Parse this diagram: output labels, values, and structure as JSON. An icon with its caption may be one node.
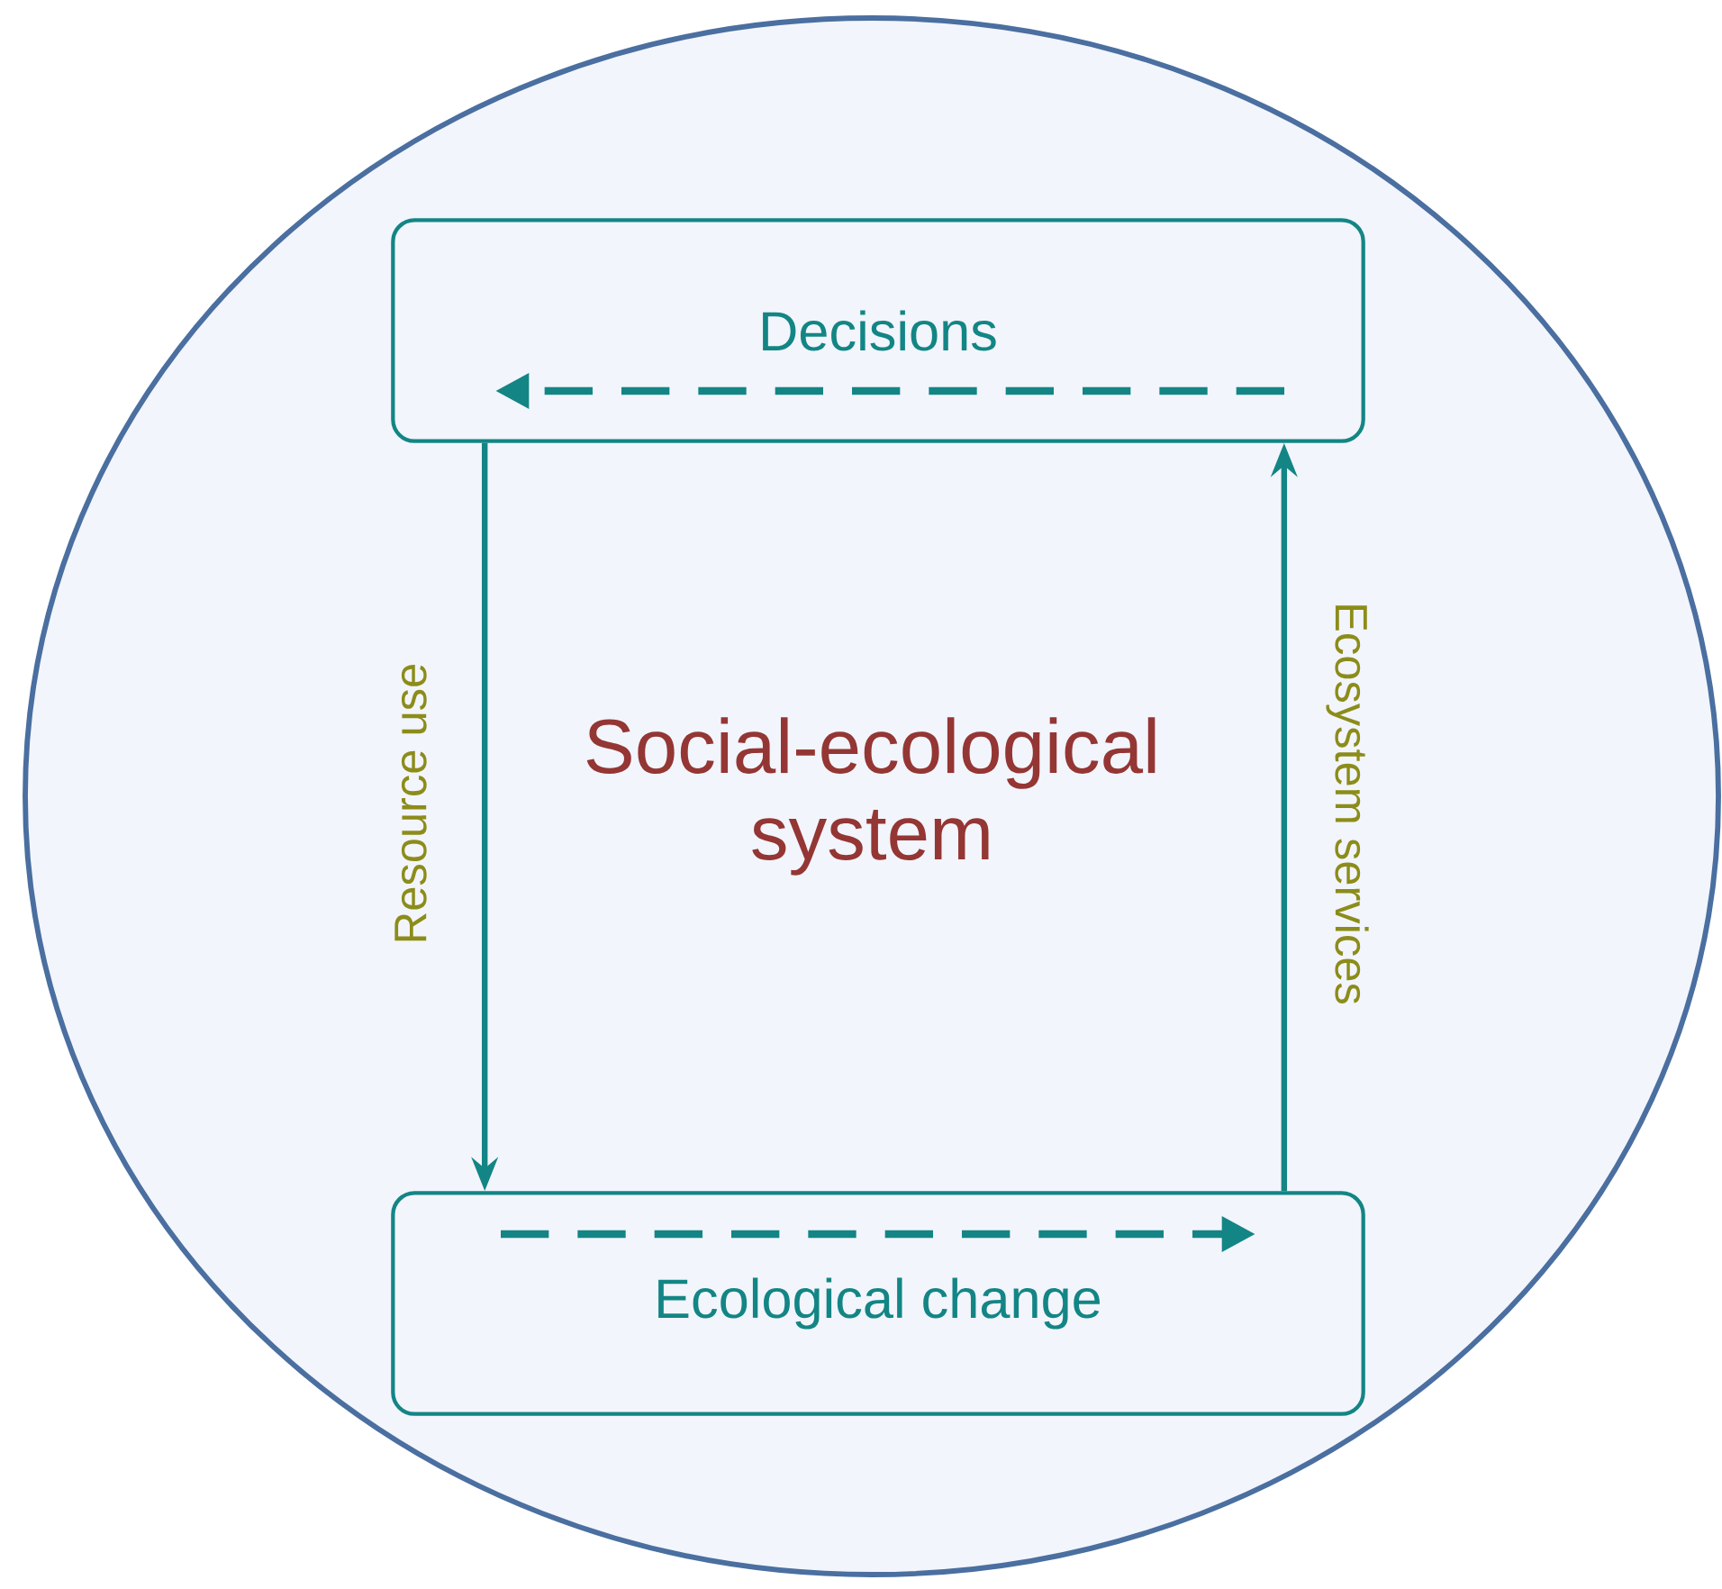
{
  "diagram": {
    "nodes": [
      {
        "text": [
          "Social-ecological system"
        ]
      },
      {
        "text": [
          "Decisions"
        ],
        "in": 0
      },
      {
        "text": [
          "Ecological change"
        ],
        "in": 0
      }
    ],
    "edges": [
      {
        "from": 1,
        "to": 2,
        "arrow": "to",
        "label": "Resource use"
      },
      {
        "from": 2,
        "to": 1,
        "arrow": "to",
        "label": "Ecosystem services"
      }
    ]
  }
}
